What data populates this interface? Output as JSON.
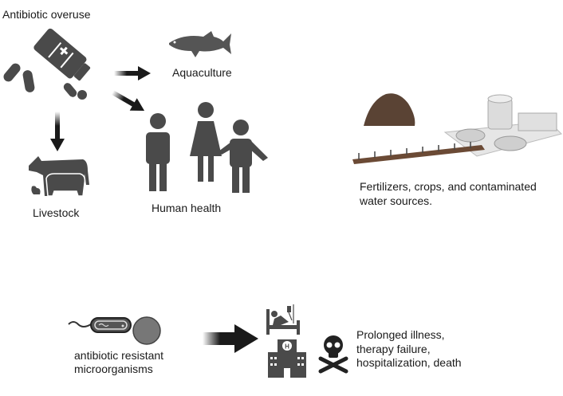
{
  "source": {
    "label": "Antibiotic overuse",
    "icon": "medicine-bottle-pills-icon"
  },
  "targets": [
    {
      "label": "Aquaculture",
      "icon": "fish-icon"
    },
    {
      "label": "Human health",
      "icon": "people-icon"
    },
    {
      "label": "Livestock",
      "icon": "livestock-icon"
    }
  ],
  "environment": {
    "line1": "Fertilizers, crops, and contaminated",
    "line2": "water sources.",
    "icon": "soil-crops-water-treatment-icon"
  },
  "microbes": {
    "line1": "antibiotic resistant",
    "line2": "microorganisms",
    "icon": "bacteria-icon"
  },
  "outcomes": {
    "line1": "Prolonged illness,",
    "line2": "therapy failure,",
    "line3": "hospitalization, death",
    "icons": [
      "hospital-bed-icon",
      "hospital-icon",
      "skull-crossbones-icon"
    ]
  },
  "colors": {
    "icon": "#4a4a4a",
    "arrow": "#1a1a1a",
    "soil": "#6b4a35"
  }
}
